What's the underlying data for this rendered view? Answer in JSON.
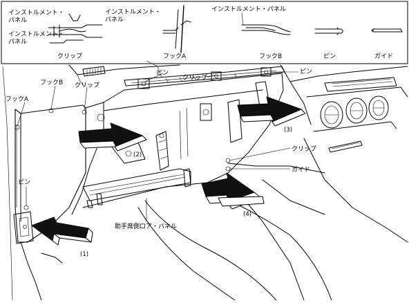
{
  "legend": {
    "clip": {
      "panel_label_top": "インストルメント・パネル",
      "panel_label_bottom": "インストルメント・パネル",
      "caption": "クリップ"
    },
    "hook_a": {
      "panel_label": "インストルメント・パネル",
      "caption": "フックA"
    },
    "hook_b": {
      "panel_label": "インストルメント・パネル",
      "caption": "フックB"
    },
    "pin": {
      "caption": "ピン"
    },
    "guide": {
      "caption": "ガイド"
    }
  },
  "callouts": {
    "hook_b": "フックB",
    "clip_left": "クリップ",
    "hook_a": "フックA",
    "pin_top": "ピン",
    "clip_top": "クリップ",
    "pin_right": "ピン",
    "pin_left": "ピン",
    "clip_right": "クリップ",
    "guide_right": "ガイド",
    "panel_name": "助手席側ロア・パネル"
  },
  "steps": [
    "(1)",
    "(2)",
    "(3)",
    "(4)"
  ]
}
